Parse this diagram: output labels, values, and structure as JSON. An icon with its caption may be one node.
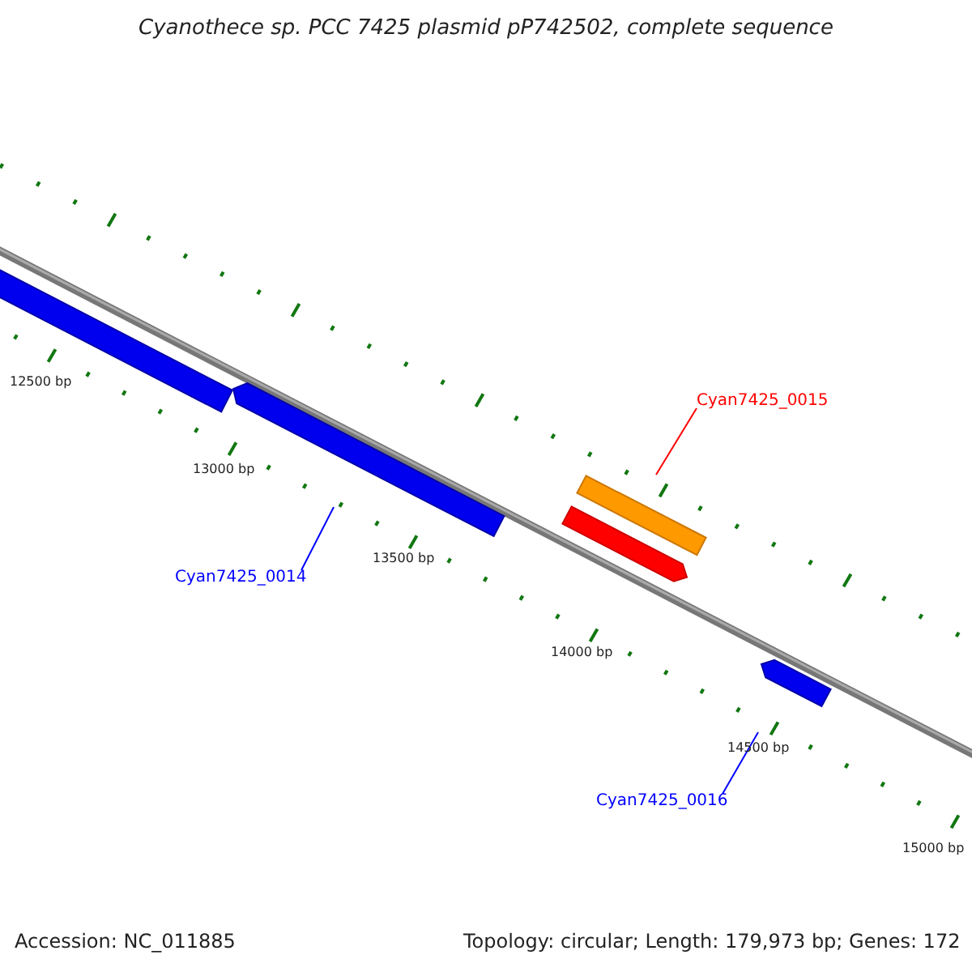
{
  "diagram": {
    "title": "Cyanothece sp. PCC 7425 plasmid pP742502, complete sequence",
    "nodes": [
      {
        "text": [
          "Cyan7425_0014"
        ]
      },
      {
        "text": [],
        "shape": "bar"
      },
      {
        "text": [
          "Cyan7425_0015"
        ]
      },
      {
        "text": [],
        "shape": "bar"
      },
      {
        "text": [
          "Cyan7425_0016"
        ]
      },
      {
        "text": [],
        "shape": "bar"
      }
    ],
    "edges": [
      {
        "from": 0,
        "to": 1,
        "arrow": "none"
      },
      {
        "from": 2,
        "to": 3,
        "arrow": "none",
        "color": "#ff0000"
      },
      {
        "from": 4,
        "to": 5,
        "arrow": "none"
      }
    ],
    "labels": [
      "12500 bp",
      "13000 bp",
      "13500 bp",
      "14000 bp",
      "14500 bp",
      "15000 bp",
      "Accession: NC_011885",
      "Topology: circular; Length: 179,973 bp; Genes: 172"
    ]
  }
}
